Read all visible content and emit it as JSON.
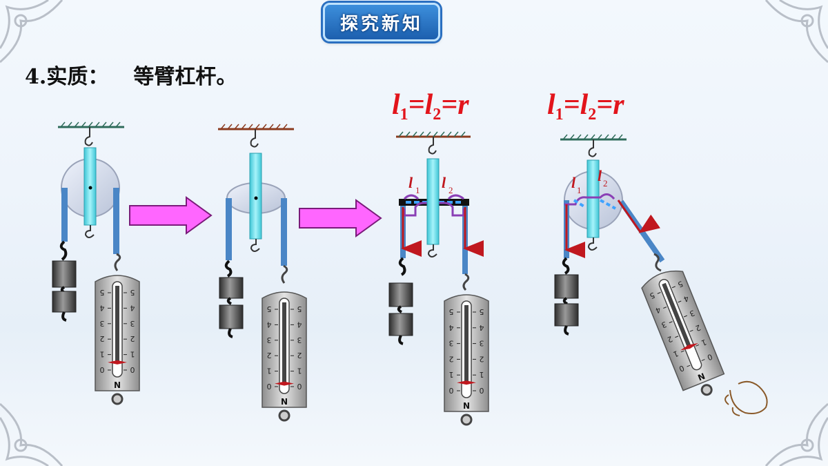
{
  "badge": {
    "text": "探究新知"
  },
  "heading": {
    "label": "4.实质：",
    "value": "等臂杠杆。"
  },
  "formula": {
    "l": "l",
    "sub1": "1",
    "sub2": "2",
    "eq": "=",
    "r": "r",
    "arm_label_l": "l",
    "arm_sub_1": "1",
    "arm_sub_2": "2"
  },
  "scale": {
    "ticks": [
      "5",
      "4",
      "3",
      "2",
      "1",
      "0"
    ],
    "unit": "N"
  },
  "colors": {
    "rope": "#4a86c6",
    "scale_tube": "#6fe3ee",
    "arrow": "#ff66ff",
    "force": "#c0181f",
    "lever": "#8a3fb5",
    "formula": "#e2141b"
  }
}
